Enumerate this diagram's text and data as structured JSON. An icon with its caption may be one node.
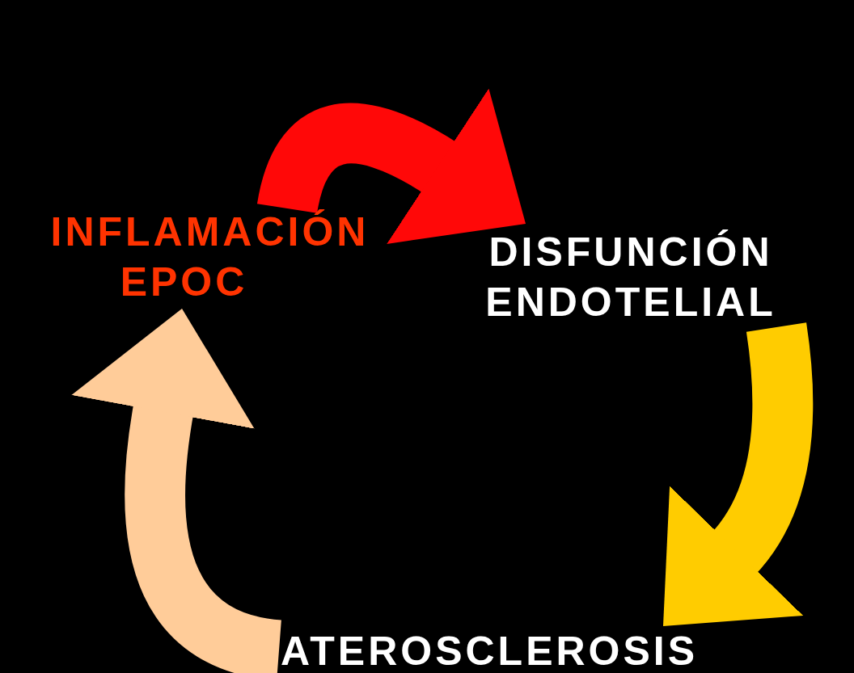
{
  "diagram": {
    "nodes": [
      {
        "text": [
          "INFLAMACIÓN EPOC"
        ]
      },
      {
        "text": [
          "DISFUNCIÓN ENDOTELIAL"
        ]
      },
      {
        "text": [
          "ATEROSCLEROSIS"
        ]
      }
    ],
    "edges": [
      {
        "from": 0,
        "to": 1,
        "arrow": "to",
        "color": "#ff0808"
      },
      {
        "from": 1,
        "to": 2,
        "arrow": "to",
        "color": "#ffcc00"
      },
      {
        "from": 2,
        "to": 0,
        "arrow": "to",
        "color": "#ffcc99"
      }
    ]
  }
}
